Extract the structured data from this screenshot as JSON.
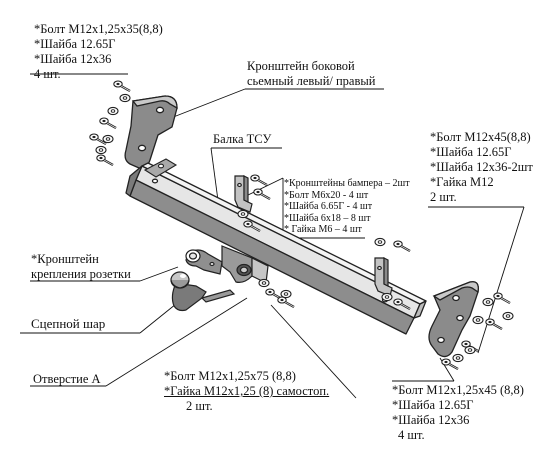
{
  "callouts": {
    "top_left": {
      "lines": [
        "*Болт М12х1,25х35(8,8)",
        "*Шайба 12.65Г",
        "*Шайба 12х36"
      ],
      "qty": "4 шт."
    },
    "side_bracket": {
      "lines": [
        "Кронштейн боковой",
        "сьемный левый/ правый"
      ]
    },
    "beam": {
      "label": "Балка ТСУ"
    },
    "bumper": {
      "lines": [
        "*Кронштейны бампера – 2шт",
        "*Болт М6х20 - 4 шт",
        "*Шайба 6.65Г - 4 шт",
        "*Шайба 6х18 – 8 шт",
        "* Гайка М6 – 4 шт"
      ]
    },
    "right_upper": {
      "lines": [
        "*Болт М12х45(8,8)",
        "*Шайба 12.65Г",
        "*Шайба 12х36-2шт",
        "*Гайка М12"
      ],
      "qty": "2 шт."
    },
    "socket_bracket": {
      "lines": [
        "*Кронштейн",
        "крепления розетки"
      ]
    },
    "ball": {
      "label": "Сцепной шар"
    },
    "hole": {
      "label": "Отверстие А"
    },
    "center_bottom": {
      "lines": [
        "*Болт М12х1,25х75 (8,8)",
        "*Гайка М12х1,25  (8) самостоп."
      ],
      "qty": "2 шт."
    },
    "right_lower": {
      "lines": [
        "*Болт М12х1,25х45 (8,8)",
        "*Шайба 12.65Г",
        "*Шайба 12х36"
      ],
      "qty": "4 шт."
    }
  }
}
